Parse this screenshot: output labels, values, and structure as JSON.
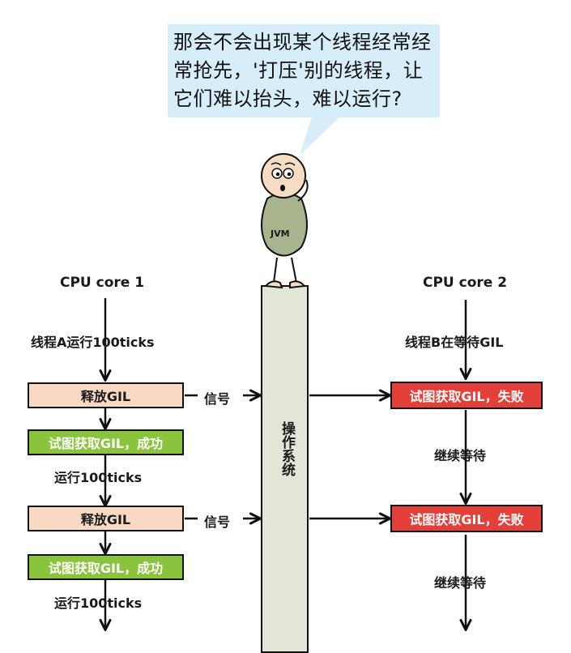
{
  "bubble": {
    "text": "那会不会出现某个线程经常经常抢先，'打压'别的线程，让它们难以抬头，难以运行?"
  },
  "character": {
    "label": "JVM"
  },
  "os": {
    "label": "操作系统"
  },
  "core1": {
    "title": "CPU core 1",
    "run_label": "线程A运行100ticks",
    "release_label": "释放GIL",
    "success_label": "试图获取GIL，成功",
    "run_again_label": "运行100ticks"
  },
  "core2": {
    "title": "CPU core 2",
    "wait_label": "线程B在等待GIL",
    "fail_label": "试图获取GIL，失败",
    "continue_wait_label": "继续等待"
  },
  "signal_label": "信号",
  "colors": {
    "bubble": "#d7eefa",
    "release": "#f7d9c4",
    "success": "#8ac43c",
    "fail": "#e3403a",
    "os_column": "#e2e6d6",
    "character_body": "#a9b38e",
    "character_head": "#f6dcc2"
  }
}
